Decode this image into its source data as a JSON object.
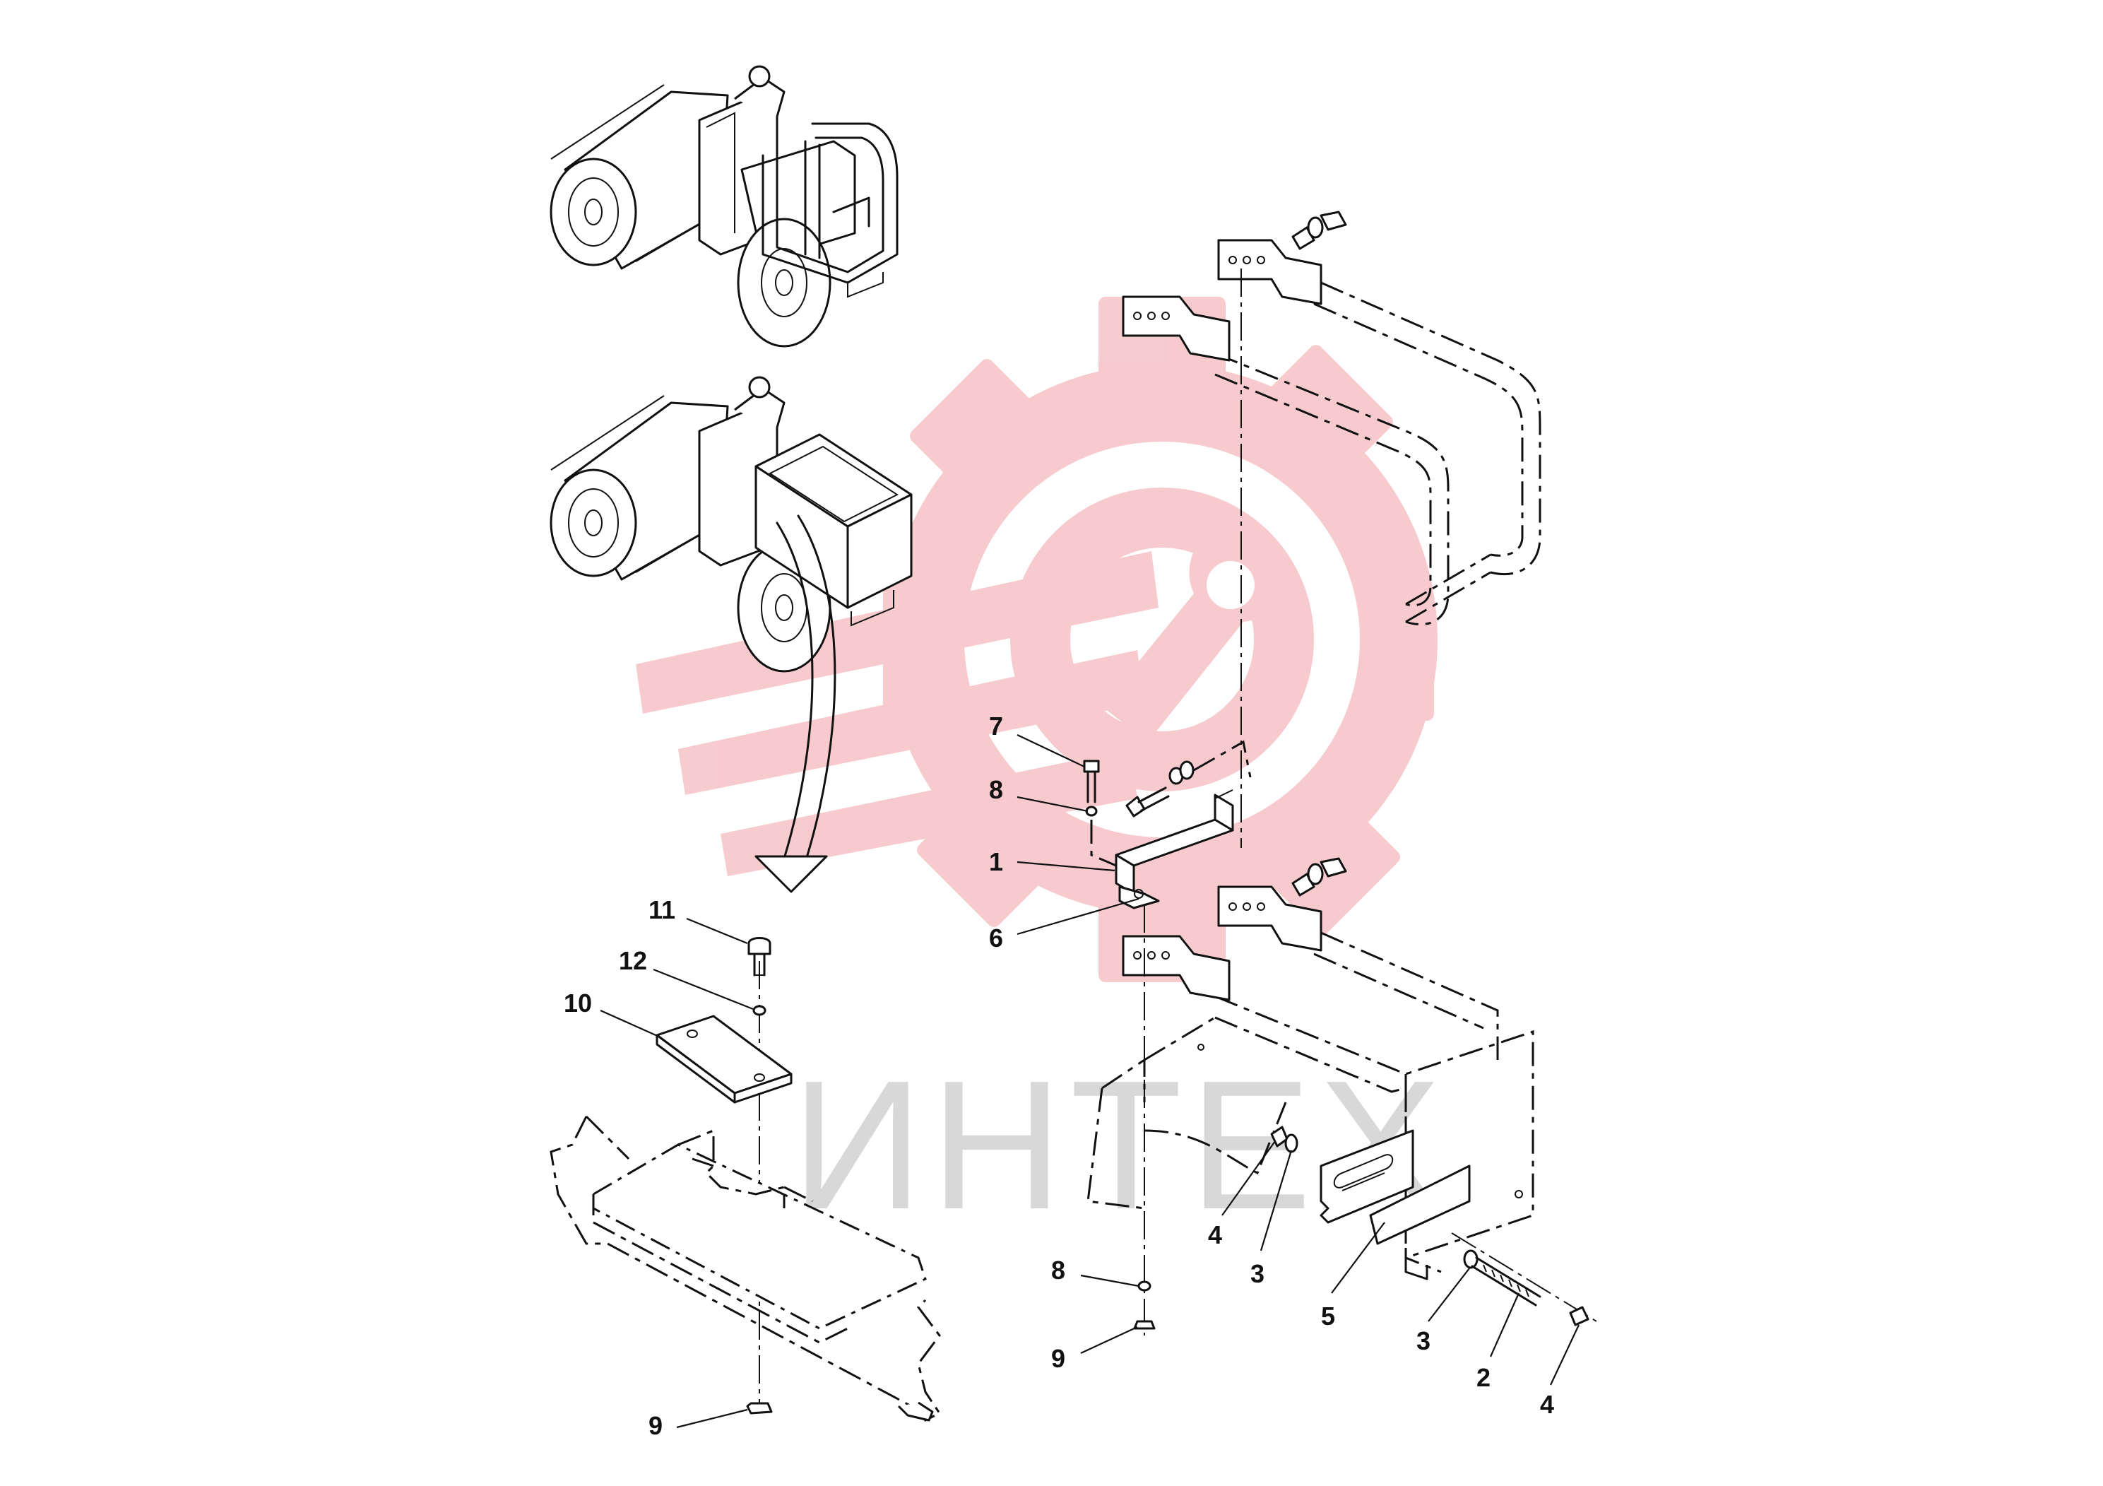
{
  "watermark": {
    "text": "ИНТЕХ",
    "gear_color": "#f7c9cc",
    "text_color": "#d6d6d6"
  },
  "callouts": [
    {
      "id": "c7",
      "label": "7"
    },
    {
      "id": "c8a",
      "label": "8"
    },
    {
      "id": "c1",
      "label": "1"
    },
    {
      "id": "c6",
      "label": "6"
    },
    {
      "id": "c11",
      "label": "11"
    },
    {
      "id": "c12",
      "label": "12"
    },
    {
      "id": "c10",
      "label": "10"
    },
    {
      "id": "c4a",
      "label": "4"
    },
    {
      "id": "c3a",
      "label": "3"
    },
    {
      "id": "c5",
      "label": "5"
    },
    {
      "id": "c8b",
      "label": "8"
    },
    {
      "id": "c9a",
      "label": "9"
    },
    {
      "id": "c3b",
      "label": "3"
    },
    {
      "id": "c2",
      "label": "2"
    },
    {
      "id": "c4b",
      "label": "4"
    },
    {
      "id": "c9b",
      "label": "9"
    }
  ]
}
